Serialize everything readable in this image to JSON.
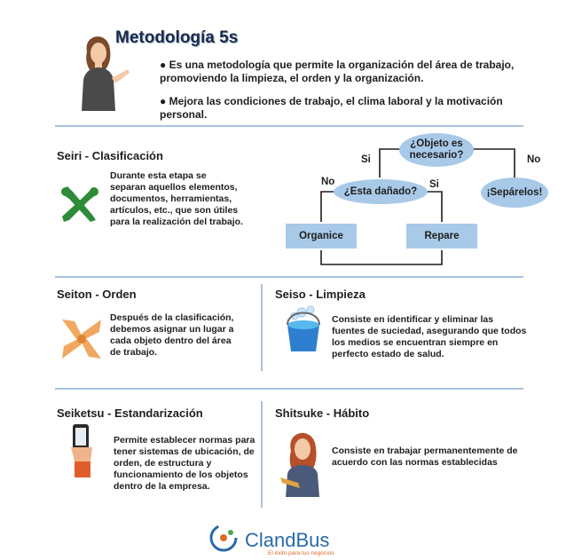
{
  "header": {
    "title": "Metodología 5s",
    "bullet1": "● Es una metodología que permite la organización del área de trabajo, promoviendo la limpieza, el orden y la organización.",
    "bullet2": "● Mejora las condiciones de trabajo, el clima laboral y la motivación personal."
  },
  "seiri": {
    "title": "Seiri  - Clasificación",
    "body": "Durante esta etapa se separan aquellos elementos, documentos, herramientas, artículos, etc., que son útiles para la realización del trabajo."
  },
  "flow": {
    "q1": "¿Objeto es necesario?",
    "q2": "¿Esta dañado?",
    "a1": "¡Sepárelos!",
    "a2": "Organice",
    "a3": "Repare",
    "si1": "Si",
    "no1": "No",
    "no2": "No",
    "si2": "Si"
  },
  "seiton": {
    "title": "Seiton -  Orden",
    "body": "Después de la clasificación, debemos asignar un lugar a cada objeto dentro del área de trabajo."
  },
  "seiso": {
    "title": "Seiso - Limpieza",
    "body": "Consiste en identificar y eliminar las fuentes de suciedad, asegurando que todos los medios se encuentran siempre en perfecto estado de salud."
  },
  "seiketsu": {
    "title": "Seiketsu - Estandarización",
    "body": "Permite establecer normas para tener sistemas de ubicación, de orden, de estructura y funcionamiento de los objetos dentro de la empresa."
  },
  "shitsuke": {
    "title": "Shitsuke - Hábito",
    "body": "Consiste en trabajar permanentemente de acuerdo con las normas establecidas"
  },
  "brand": {
    "name": "ClandBus",
    "tagline": "El éxito para tus negocios"
  },
  "colors": {
    "shape_fill": "#a8c9e8",
    "divider": "#a9c2df",
    "title": "#1a2a4a",
    "brand": "#2a6aa8"
  }
}
